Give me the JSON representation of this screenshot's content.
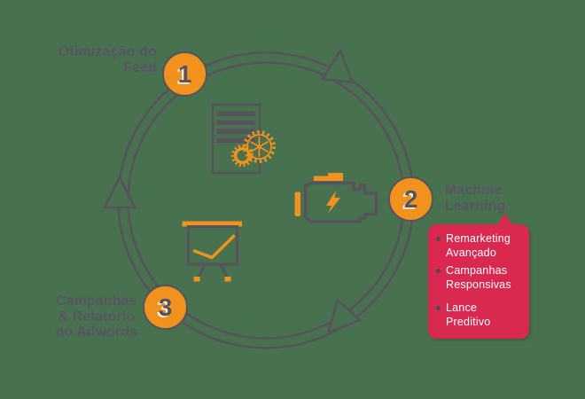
{
  "colors": {
    "background": "#48714F",
    "orange": "#F2921E",
    "red": "#D92950",
    "gray": "#57525C",
    "label_text": "#5B5364",
    "callout_text": "#FFFFFF"
  },
  "steps": {
    "step1": {
      "number": "1",
      "label_line1": "Otimização do",
      "label_line2": "Feed"
    },
    "step2": {
      "number": "2",
      "label_line1": "Machine",
      "label_line2": "Learning"
    },
    "step3": {
      "number": "3",
      "label_line1": "Campanhas",
      "label_line2": "& Relatório",
      "label_line3": "no Adwords"
    }
  },
  "callout": {
    "items": [
      "Remarketing Avançado",
      "Campanhas Responsivas",
      "Lance Preditivo"
    ]
  },
  "icons": {
    "step1": "document-gears-icon",
    "step2": "engine-icon",
    "step3": "presentation-chart-icon"
  }
}
